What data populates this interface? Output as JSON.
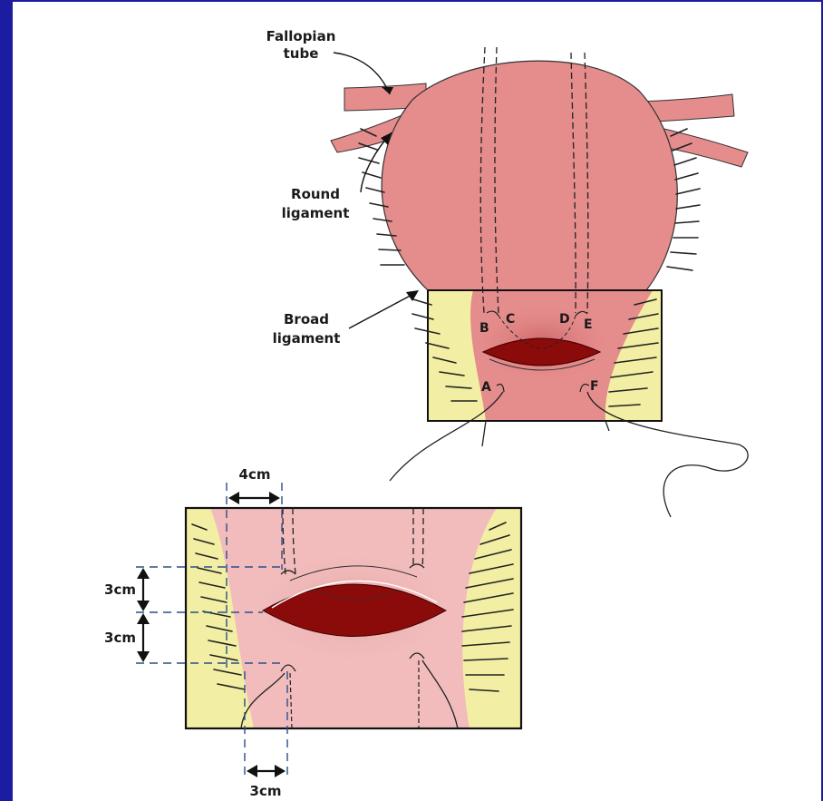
{
  "labels": {
    "fallopian_tube": [
      "Fallopian",
      "tube"
    ],
    "round_ligament": [
      "Round",
      "ligament"
    ],
    "broad_ligament": [
      "Broad",
      "ligament"
    ]
  },
  "points": [
    "A",
    "B",
    "C",
    "D",
    "E",
    "F"
  ],
  "measurements": {
    "top_width": "4cm",
    "upper_height": "3cm",
    "lower_height": "3cm",
    "bottom_width": "3cm"
  },
  "colors": {
    "uterus": "#e58c8c",
    "uterus_light": "#f2bcbc",
    "incision": "#8b0a0a",
    "ligament_yellow": "#f2eea4",
    "frame_border": "#1c1ca0",
    "dimension_line": "#2a4e8a"
  }
}
